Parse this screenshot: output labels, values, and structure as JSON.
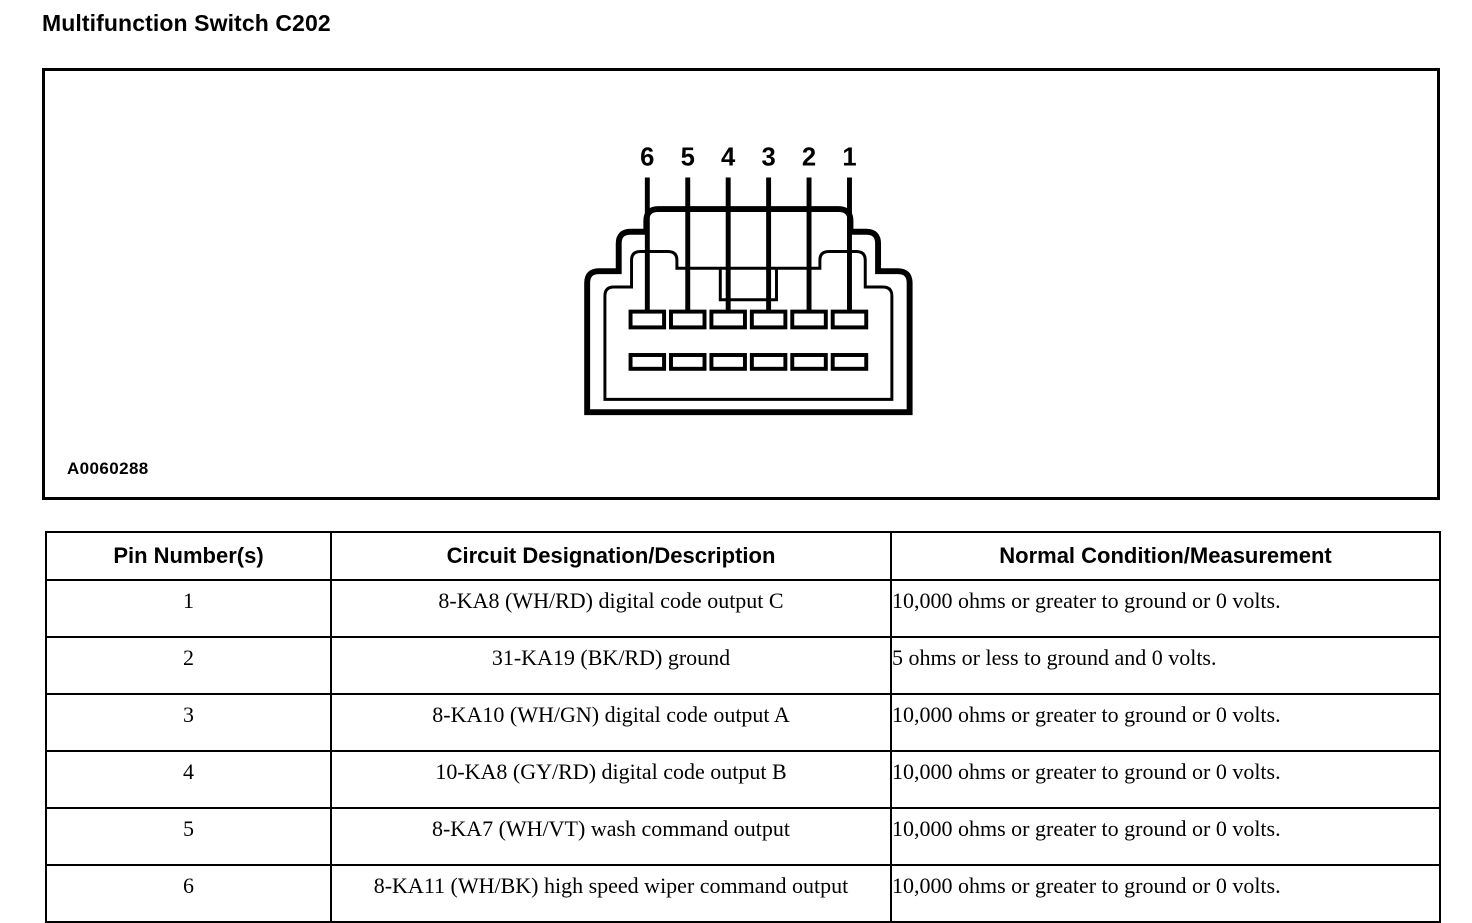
{
  "title": "Multifunction Switch C202",
  "figure": {
    "id_label": "A0060288",
    "connector_name": "6-way connector",
    "pin_labels": [
      "6",
      "5",
      "4",
      "3",
      "2",
      "1"
    ],
    "terminal_rows": 2,
    "terminals_per_row": 6,
    "line_color": "#000000",
    "background_color": "#ffffff"
  },
  "table": {
    "headers": [
      "Pin Number(s)",
      "Circuit Designation/Description",
      "Normal Condition/Measurement"
    ],
    "rows": [
      {
        "pin": "1",
        "circuit": "8-KA8 (WH/RD) digital code output C",
        "normal": "10,000 ohms or greater to ground or 0 volts."
      },
      {
        "pin": "2",
        "circuit": "31-KA19 (BK/RD) ground",
        "normal": "5 ohms or less to ground and 0 volts."
      },
      {
        "pin": "3",
        "circuit": "8-KA10 (WH/GN) digital code output A",
        "normal": "10,000 ohms or greater to ground or 0 volts."
      },
      {
        "pin": "4",
        "circuit": "10-KA8 (GY/RD) digital code output B",
        "normal": "10,000 ohms or greater to ground or 0 volts."
      },
      {
        "pin": "5",
        "circuit": "8-KA7 (WH/VT) wash command output",
        "normal": "10,000 ohms or greater to ground or 0 volts."
      },
      {
        "pin": "6",
        "circuit": "8-KA11 (WH/BK) high speed wiper command output",
        "normal": "10,000 ohms or greater to ground or 0 volts."
      }
    ]
  }
}
